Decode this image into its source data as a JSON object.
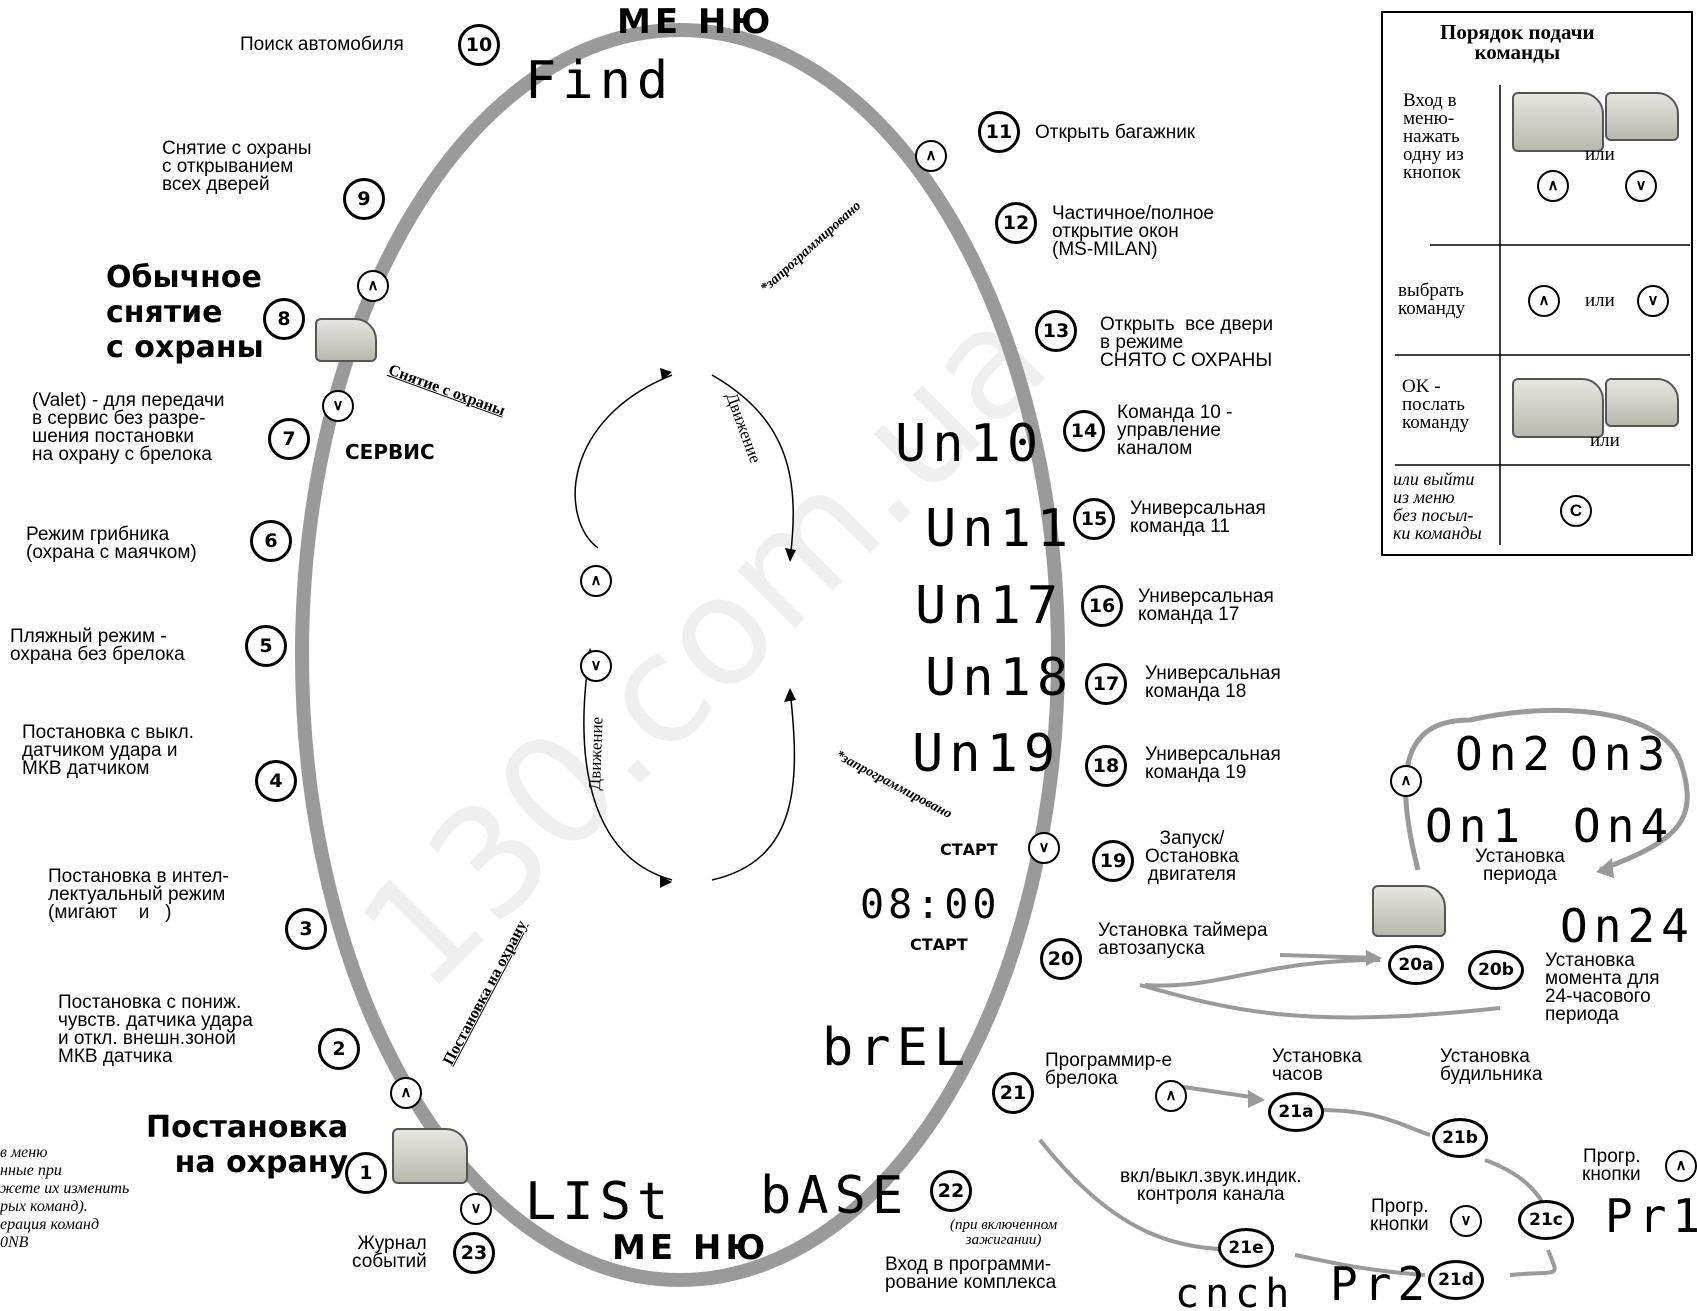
{
  "menu": {
    "top": "МЕ НЮ",
    "bottom": "МЕ НЮ"
  },
  "left": {
    "i10": {
      "num": "10",
      "text": "Поиск автомобиля",
      "lcd": "Find"
    },
    "i9": {
      "num": "9",
      "text": "Снятие с охраны\nс открыванием\nвсех дверей"
    },
    "i8": {
      "num": "8",
      "text": "Обычное\nснятие\nс охраны"
    },
    "i7": {
      "num": "7",
      "text": "(Valet) - для передачи\nв сервис без разре-\nшения постановки\nна охрану с брелока",
      "lcd": "СЕРВИС"
    },
    "i6": {
      "num": "6",
      "text": "Режим грибника\n(охрана с маячком)"
    },
    "i5": {
      "num": "5",
      "text": "Пляжный режим -\nохрана без брелока"
    },
    "i4": {
      "num": "4",
      "text": "Постановка с выкл.\nдатчиком удара и\nМКВ датчиком"
    },
    "i3": {
      "num": "3",
      "text": "Постановка в интел-\nлектуальный режим\n(мигают    и   )"
    },
    "i2": {
      "num": "2",
      "text": "Постановка с пониж.\nчувств. датчика удара\nи откл. внешн.зоной\nМКВ датчика"
    },
    "i1": {
      "num": "1",
      "text": "Постановка\nна охрану"
    },
    "i23": {
      "num": "23",
      "text": "Журнал\nсобытий",
      "lcd": "LISt"
    },
    "cut": "в меню\nнные при\nжете их изменить\nрых команд).\nерация команд\n0NB"
  },
  "right": {
    "i11": {
      "num": "11",
      "text": "Открыть багажник"
    },
    "i12": {
      "num": "12",
      "text": "Частичное/полное\nоткрытие окон\n(MS-MILAN)"
    },
    "i13": {
      "num": "13",
      "text": "Открыть  все двери\nв режиме\nСНЯТО С ОХРАНЫ"
    },
    "i14": {
      "num": "14",
      "text": "Команда 10 -\nуправление\nканалом",
      "lcd": "Un10"
    },
    "i15": {
      "num": "15",
      "text": "Универсальная\nкоманда 11",
      "lcd": "Un11"
    },
    "i16": {
      "num": "16",
      "text": "Универсальная\nкоманда 17",
      "lcd": "Un17"
    },
    "i17": {
      "num": "17",
      "text": "Универсальная\nкоманда 18",
      "lcd": "Un18"
    },
    "i18": {
      "num": "18",
      "text": "Универсальная\nкоманда 19",
      "lcd": "Un19"
    },
    "i19": {
      "num": "19",
      "text": "Запуск/\nОстановка\nдвигателя",
      "start": "СТАРТ"
    },
    "i20": {
      "num": "20",
      "text": "Установка таймера\nавтозапуска",
      "lcd": "08:00",
      "start": "СТАРТ"
    },
    "i21": {
      "num": "21",
      "text": "Программир-е\nбрелока",
      "lcd": "brEL"
    },
    "i22": {
      "num": "22",
      "note": "(при включенном\nзажигании)",
      "text": "Вход в программи-\nрование комплекса",
      "lcd": "bASE"
    }
  },
  "diag": {
    "prog1": "*запрограммировано",
    "prog2": "*запрограммировано",
    "disarm": "Снятие с охраны",
    "arm": "Постановка на охрану",
    "move1": "Движение",
    "move2": "Движение"
  },
  "sub": {
    "s20a": "20a",
    "s20b": "20b",
    "p20a": "Установка\nпериода",
    "p20b": "Установка\nмомента для\n24-часового\nпериода",
    "on2": "On2",
    "on3": "On3",
    "on1": "On1",
    "on4": "On4",
    "on24": "On24",
    "s21a": "21a",
    "s21b": "21b",
    "s21c": "21c",
    "s21d": "21d",
    "s21e": "21e",
    "t21a": "Установка\nчасов",
    "t21b": "Установка\nбудильника",
    "t21c": "Прогр.\nкнопки",
    "t21d": "Прогр.\nкнопки",
    "t21e": "вкл/выкл.звук.индик.\nконтроля канала",
    "pr1": "Pr1",
    "pr2": "Pr2",
    "cnch": "cnch"
  },
  "box": {
    "title": "Порядок подачи\nкоманды",
    "r1": "Вход в\nменю-\nнажать\nодну из\nкнопок",
    "or": "или",
    "r2": "выбрать\nкоманду",
    "r3": "OK -\nпослать\nкоманду",
    "r4": "или выйти\nиз меню\nбез посыл-\nки команды",
    "c": "C"
  },
  "watermark": "130.com.ua"
}
